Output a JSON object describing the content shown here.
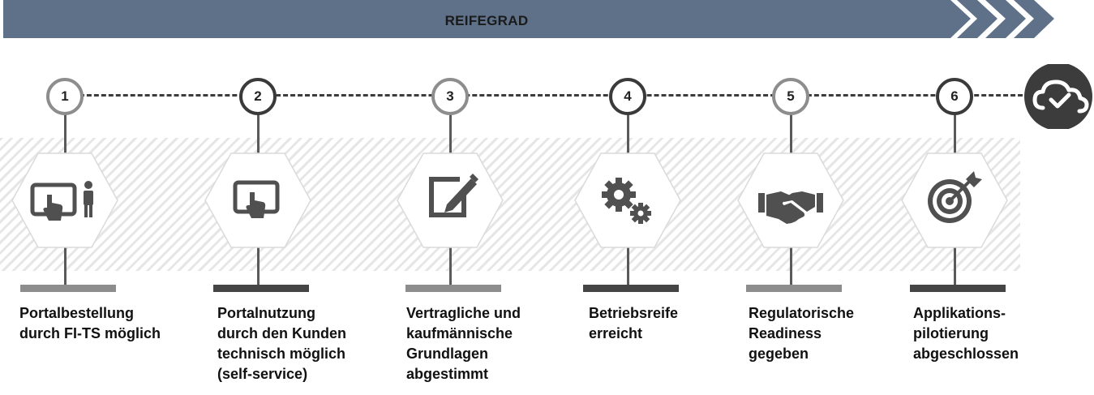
{
  "banner": {
    "title": "REIFEGRAD",
    "color": "#5e7189"
  },
  "steps": [
    {
      "number": "1",
      "style": "light",
      "icon": "tablet-touch-person-icon",
      "label_lines": [
        "Portalbestellung",
        "durch FI-TS möglich"
      ]
    },
    {
      "number": "2",
      "style": "dark",
      "icon": "tablet-touch-icon",
      "label_lines": [
        "Portalnutzung",
        "durch den Kunden",
        "technisch möglich",
        "(self-service)"
      ]
    },
    {
      "number": "3",
      "style": "light",
      "icon": "document-edit-icon",
      "label_lines": [
        "Vertragliche und",
        "kaufmännische",
        "Grundlagen",
        "abgestimmt"
      ]
    },
    {
      "number": "4",
      "style": "dark",
      "icon": "gears-icon",
      "label_lines": [
        "Betriebsreife",
        "erreicht"
      ]
    },
    {
      "number": "5",
      "style": "light",
      "icon": "handshake-icon",
      "label_lines": [
        "Regulatorische",
        "Readiness",
        "gegeben"
      ]
    },
    {
      "number": "6",
      "style": "dark",
      "icon": "target-icon",
      "label_lines": [
        "Applikations-",
        "pilotierung",
        "abgeschlossen"
      ]
    }
  ],
  "end_icon": "cloud-check-icon",
  "colors": {
    "light_grey": "#8d8d8d",
    "dark_grey": "#3a3a3a",
    "icon_grey": "#505050"
  }
}
